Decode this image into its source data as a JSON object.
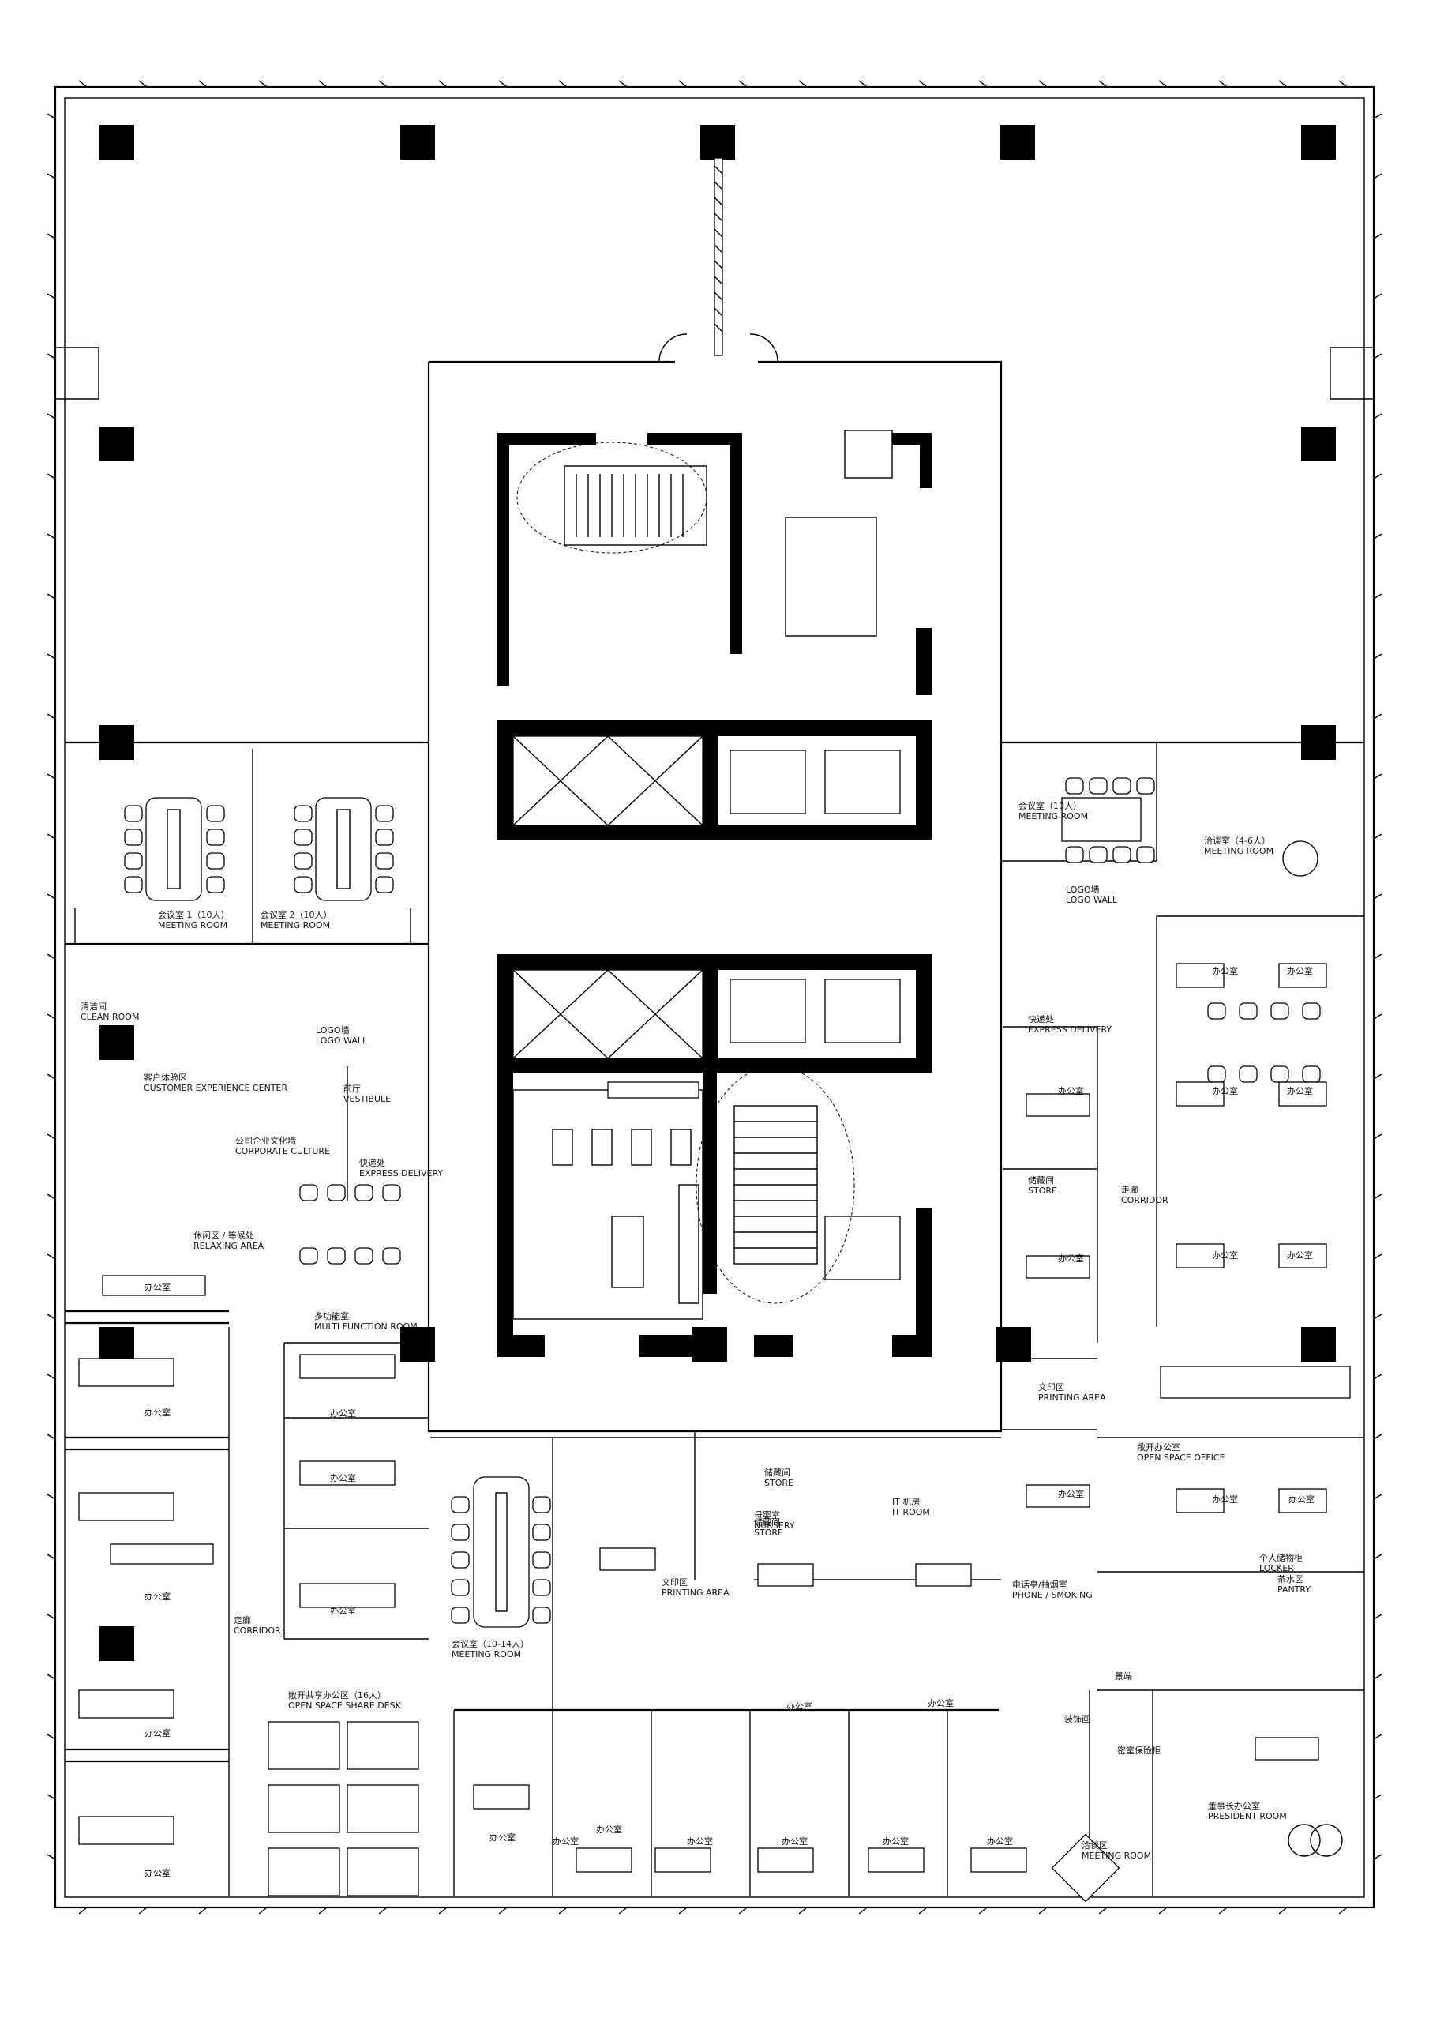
{
  "rooms": [
    {
      "cn": "会议室 1（10人）",
      "en": "MEETING ROOM"
    },
    {
      "cn": "会议室 2（10人）",
      "en": "MEETING ROOM"
    },
    {
      "cn": "清洁间",
      "en": "CLEAN ROOM"
    },
    {
      "cn": "LOGO墙",
      "en": "LOGO WALL"
    },
    {
      "cn": "客户体验区",
      "en": "CUSTOMER EXPERIENCE CENTER"
    },
    {
      "cn": "前厅",
      "en": "VESTIBULE"
    },
    {
      "cn": "公司企业文化墙",
      "en": "CORPORATE CULTURE"
    },
    {
      "cn": "快递处",
      "en": "EXPRESS DELIVERY"
    },
    {
      "cn": "休闲区 / 等候处",
      "en": "RELAXING AREA"
    },
    {
      "cn": "多功能室",
      "en": "MULTI FUNCTION ROOM"
    },
    {
      "cn": "会议室（10人）",
      "en": "MEETING ROOM"
    },
    {
      "cn": "洽谈室（4-6人）",
      "en": "MEETING ROOM"
    },
    {
      "cn": "LOGO墙",
      "en": "LOGO WALL"
    },
    {
      "cn": "快递处",
      "en": "EXPRESS DELIVERY"
    },
    {
      "cn": "储藏间",
      "en": "STORE"
    },
    {
      "cn": "走廊",
      "en": "CORRIDOR"
    },
    {
      "cn": "文印区",
      "en": "PRINTING AREA"
    },
    {
      "cn": "敞开办公室",
      "en": "OPEN SPACE OFFICE"
    },
    {
      "cn": "个人储物柜",
      "en": "LOCKER"
    },
    {
      "cn": "茶水区",
      "en": "PANTRY"
    },
    {
      "cn": "电话亭/抽烟室",
      "en": "PHONE / SMOKING"
    },
    {
      "cn": "储藏间",
      "en": "STORE"
    },
    {
      "cn": "储藏间",
      "en": "STORE"
    },
    {
      "cn": "母婴室",
      "en": "NURSERY"
    },
    {
      "cn": "IT 机房",
      "en": "IT ROOM"
    },
    {
      "cn": "文印区",
      "en": "PRINTING AREA"
    },
    {
      "cn": "会议室（10-14人）",
      "en": "MEETING ROOM"
    },
    {
      "cn": "走廊",
      "en": "CORRIDOR"
    },
    {
      "cn": "敞开共享办公区（16人）",
      "en": "OPEN SPACE SHARE DESK"
    },
    {
      "cn": "洽谈区",
      "en": "MEETING ROOM"
    },
    {
      "cn": "董事长办公室",
      "en": "PRESIDENT ROOM"
    }
  ],
  "office_label": "办公室",
  "small_labels": {
    "screen": "景端",
    "decor": "装饰画",
    "safe": "密室保险柜"
  }
}
